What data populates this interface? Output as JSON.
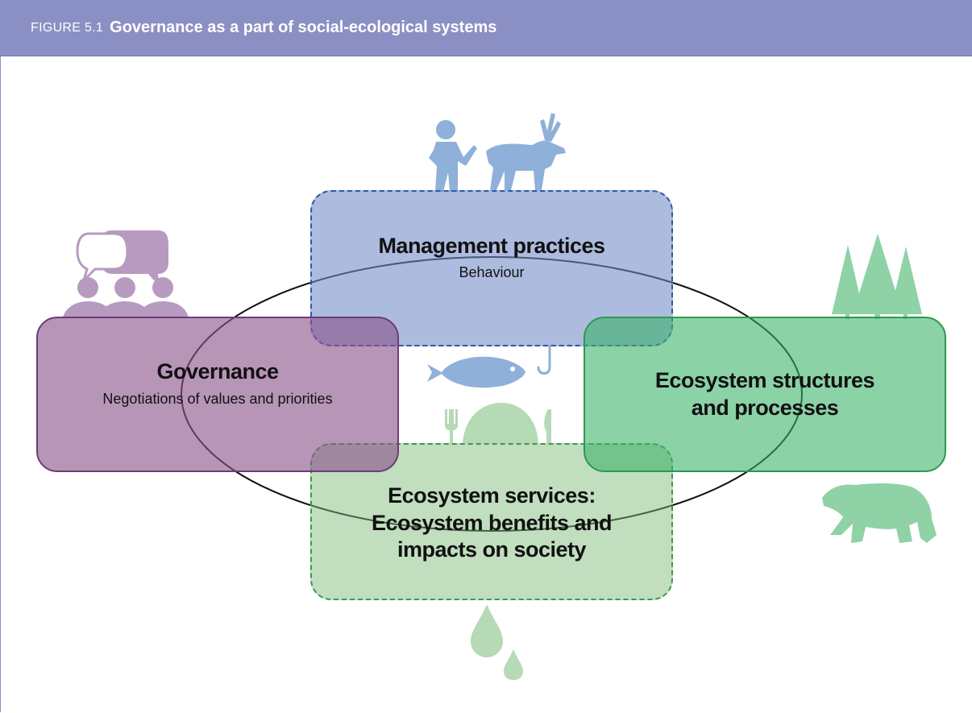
{
  "header": {
    "figure_number": "FIGURE 5.1",
    "title": "Governance as a part of social-ecological systems"
  },
  "boxes": {
    "management": {
      "title": "Management practices",
      "subtitle": "Behaviour"
    },
    "governance": {
      "title": "Governance",
      "subtitle": "Negotiations of values and priorities"
    },
    "ecosystem": {
      "title_line1": "Ecosystem structures",
      "title_line2": "and processes"
    },
    "services": {
      "title_line1": "Ecosystem services:",
      "title_line2": "Ecosystem benefits and",
      "title_line3": "impacts on society"
    }
  },
  "icons": [
    "person-icon",
    "reindeer-icon",
    "speech-bubbles-icon",
    "people-group-icon",
    "trees-icon",
    "fish-icon",
    "fishhook-icon",
    "plate-cutlery-icon",
    "bear-icon",
    "water-drops-icon"
  ],
  "colors": {
    "header": "#8b90c4",
    "management": "#a9b9de",
    "governance": "#b89ac0",
    "ecosystem": "#8fcf9f",
    "services": "#c1dfc0",
    "icon_blue": "#8fb0d8",
    "icon_purple": "#b89ac0",
    "icon_green": "#8fd2a5",
    "icon_light_green": "#b6d9b6"
  }
}
